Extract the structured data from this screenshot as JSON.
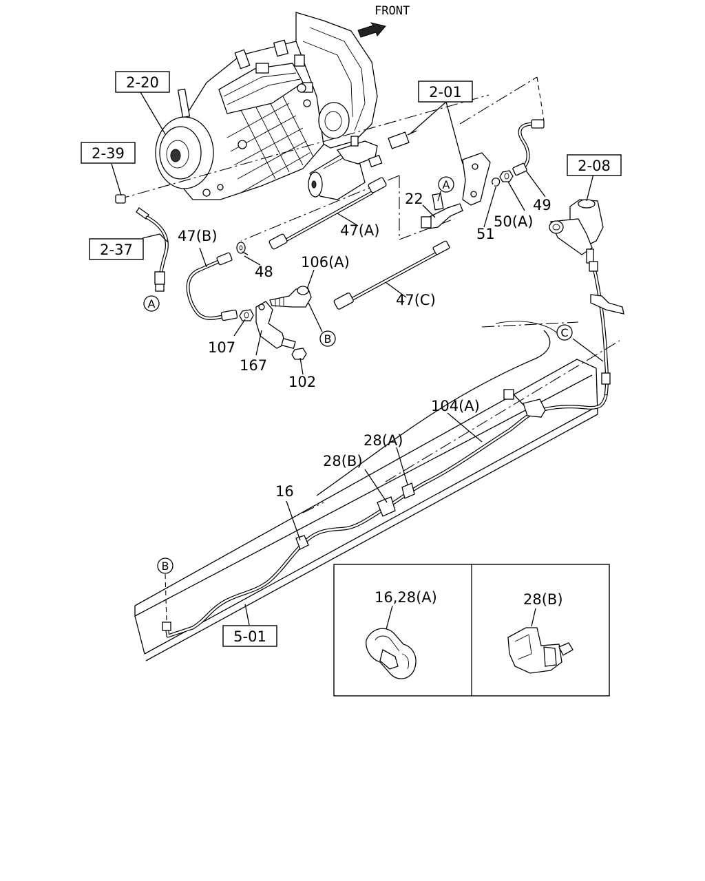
{
  "front_label": "FRONT",
  "reference_boxes": {
    "r2_20": "2-20",
    "r2_39": "2-39",
    "r2_37": "2-37",
    "r2_01": "2-01",
    "r2_08": "2-08",
    "r5_01": "5-01"
  },
  "callouts": {
    "p22": "22",
    "p47a": "47(A)",
    "p47b": "47(B)",
    "p47c": "47(C)",
    "p48": "48",
    "p49": "49",
    "p50a": "50(A)",
    "p51": "51",
    "p106a": "106(A)",
    "p107": "107",
    "p167": "167",
    "p102": "102",
    "p104a": "104(A)",
    "p28a": "28(A)",
    "p28b": "28(B)",
    "p16": "16"
  },
  "connection_markers": {
    "a": "A",
    "b": "B",
    "c": "C"
  },
  "detail_box": {
    "left_label": "16,28(A)",
    "right_label": "28(B)"
  }
}
